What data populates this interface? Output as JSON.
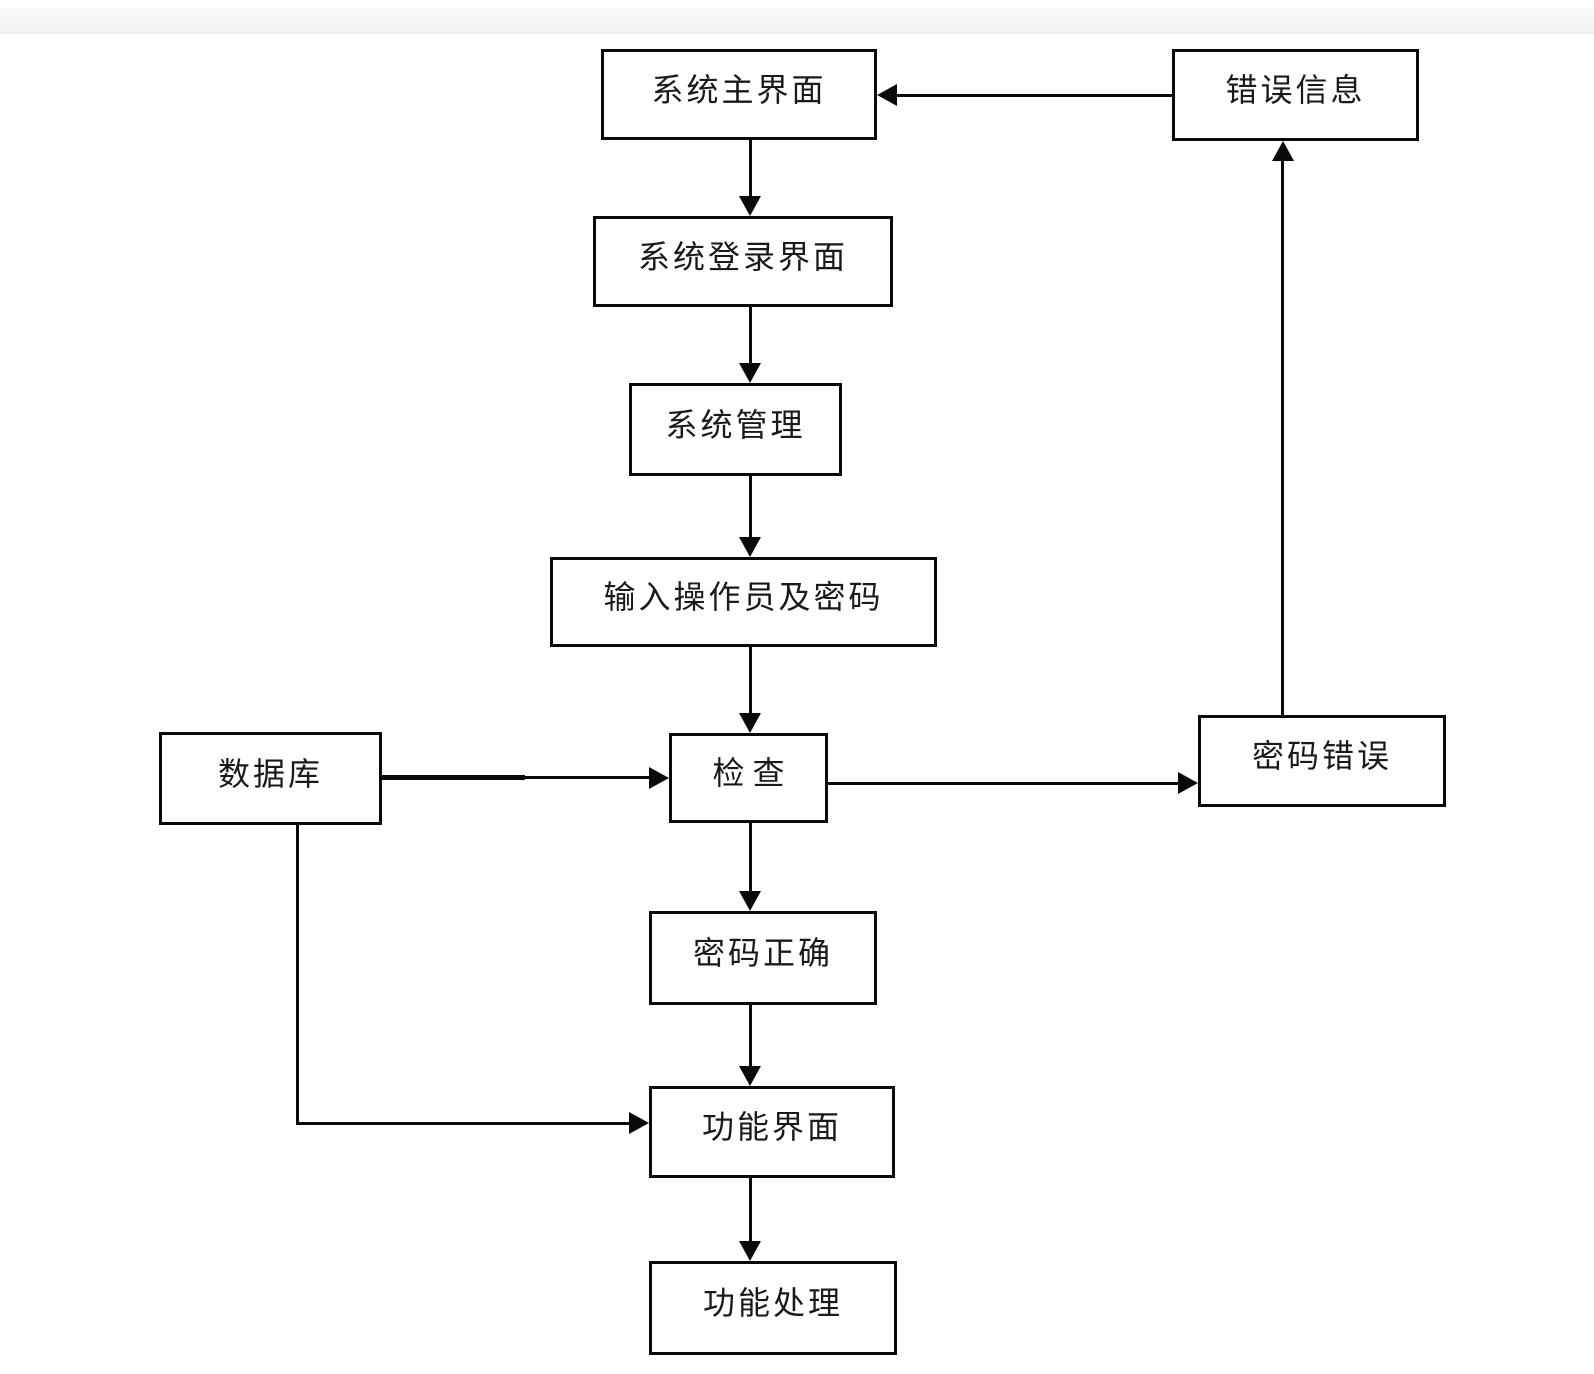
{
  "page": {
    "background_color": "#ffffff",
    "line_color": "#0a0a0a",
    "text_color": "#1a1a1a"
  },
  "diagram": {
    "type": "flowchart",
    "nodes": [
      {
        "id": "system-main-ui",
        "label": "系统主界面"
      },
      {
        "id": "error-info",
        "label": "错误信息"
      },
      {
        "id": "system-login-ui",
        "label": "系统登录界面"
      },
      {
        "id": "system-management",
        "label": "系统管理"
      },
      {
        "id": "input-operator-password",
        "label": "输入操作员及密码"
      },
      {
        "id": "database",
        "label": "数据库"
      },
      {
        "id": "check",
        "label": "检查"
      },
      {
        "id": "password-wrong",
        "label": "密码错误"
      },
      {
        "id": "password-correct",
        "label": "密码正确"
      },
      {
        "id": "function-ui",
        "label": "功能界面"
      },
      {
        "id": "function-processing",
        "label": "功能处理"
      }
    ],
    "edges": [
      {
        "from": "系统主界面",
        "to": "系统登录界面"
      },
      {
        "from": "错误信息",
        "to": "系统主界面"
      },
      {
        "from": "系统登录界面",
        "to": "系统管理"
      },
      {
        "from": "系统管理",
        "to": "输入操作员及密码"
      },
      {
        "from": "输入操作员及密码",
        "to": "检查"
      },
      {
        "from": "数据库",
        "to": "检查"
      },
      {
        "from": "检查",
        "to": "密码错误"
      },
      {
        "from": "密码错误",
        "to": "错误信息"
      },
      {
        "from": "检查",
        "to": "密码正确"
      },
      {
        "from": "密码正确",
        "to": "功能界面"
      },
      {
        "from": "数据库",
        "to": "功能界面"
      },
      {
        "from": "功能界面",
        "to": "功能处理"
      }
    ]
  }
}
